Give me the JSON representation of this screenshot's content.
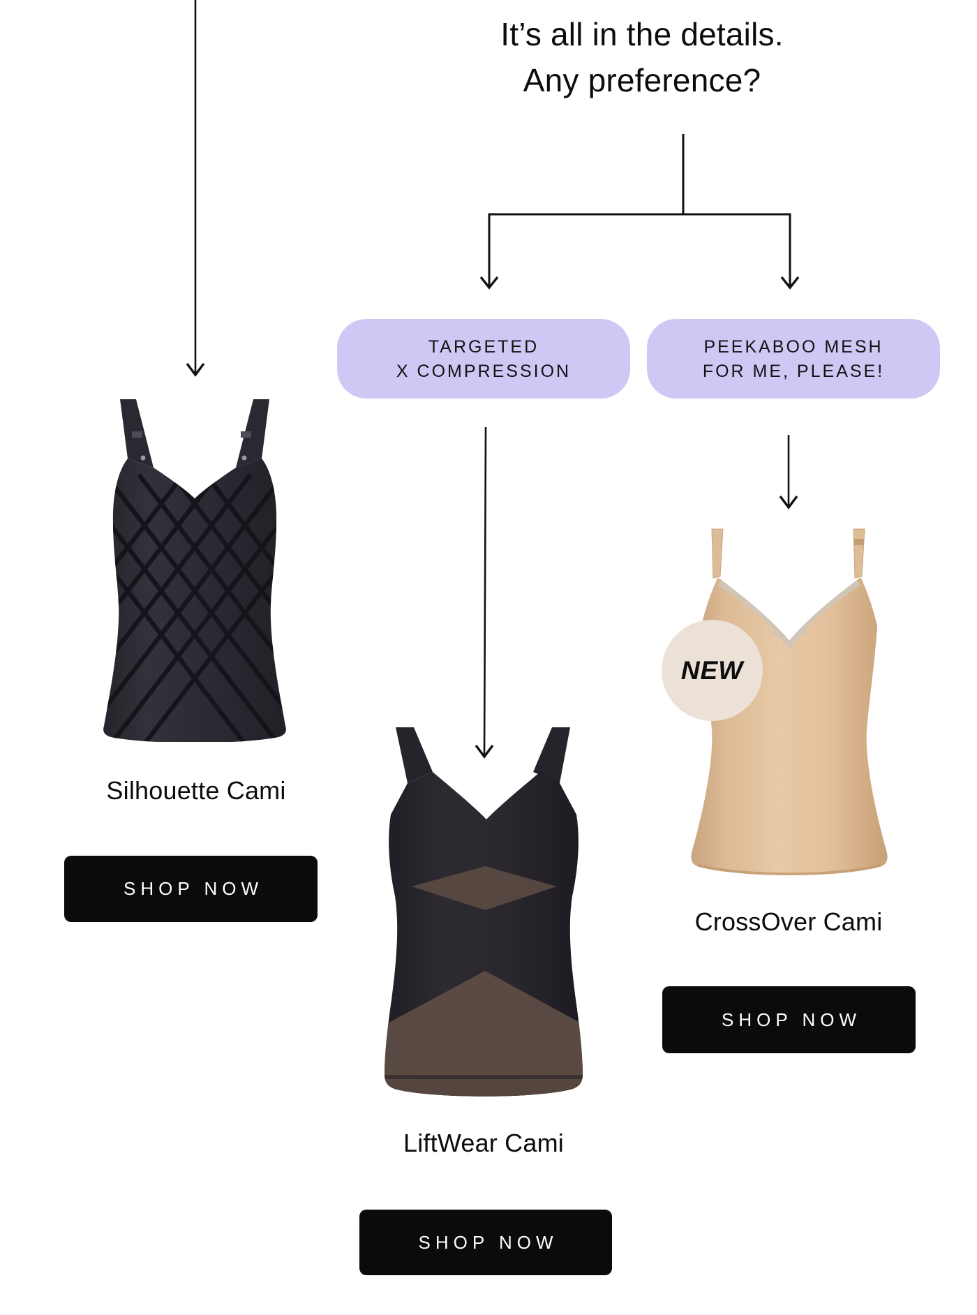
{
  "page": {
    "background": "#ffffff"
  },
  "title": {
    "line1": "It’s all in the details.",
    "line2": "Any preference?"
  },
  "flow": {
    "options": [
      {
        "label_line1": "TARGETED",
        "label_line2": "X COMPRESSION"
      },
      {
        "label_line1": "PEEKABOO MESH",
        "label_line2": "FOR ME, PLEASE!"
      }
    ]
  },
  "products": [
    {
      "name": "Silhouette Cami",
      "cta": "SHOP NOW"
    },
    {
      "name": "LiftWear Cami",
      "cta": "SHOP NOW"
    },
    {
      "name": "CrossOver Cami",
      "cta": "SHOP NOW",
      "badge": "NEW"
    }
  ],
  "colors": {
    "page_bg": "#ffffff",
    "title_text": "#0c0c0c",
    "option_pill_bg": "#cdc9f4",
    "pill_text": "#121212",
    "button_bg": "#0b0b0b",
    "button_text": "#ffffff",
    "badge_bg": "#ece1d6",
    "badge_text": "#0d0d0d",
    "arrow": "#111111",
    "cami_black": "#2b2931",
    "cami_beige": "#e3c4a1",
    "mesh_brown": "#5c4c46"
  }
}
